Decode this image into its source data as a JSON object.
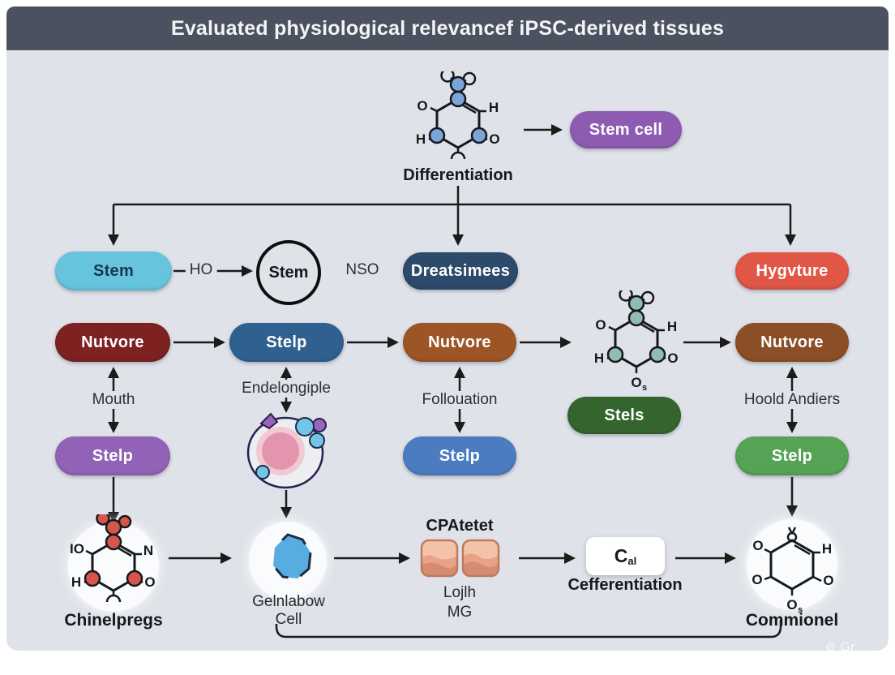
{
  "title": "Evaluated physiological relevancef iPSC-derived tissues",
  "watermark": "⊘ Gr",
  "colors": {
    "panel": "#dfe2e8",
    "titlebar": "#4b515f",
    "arrow": "#1b1b1b",
    "stem_cyan": "#67c4dd",
    "dreatsimees_navy": "#2d4a6b",
    "hygvture_red": "#e15747",
    "nutvore_maroon": "#7d2121",
    "stelp_steel": "#2f608f",
    "nutvore_brown": "#9d5526",
    "nutvore_brown_right": "#8c4e27",
    "stels_green": "#34652e",
    "stelp_purple": "#9162b6",
    "stelp_blue": "#4b7cc0",
    "stelp_light_green": "#56a356",
    "stem_cell_purple": "#8d5cb2"
  },
  "top_section": {
    "differentiation_label": "Differentiation",
    "stem_cell_pill": "Stem cell"
  },
  "row1": {
    "stem_pill": "Stem",
    "ho_label": "HO",
    "stem_circle_label": "Stem",
    "nso_label": "NSO",
    "dreatsimees_pill": "Dreatsimees",
    "hygvture_pill": "Hygvture"
  },
  "row2": {
    "nutvore_left_pill": "Nutvore",
    "stelp_pill": "Stelp",
    "nutvore_center_pill": "Nutvore",
    "nutvore_right_pill": "Nutvore"
  },
  "connector_labels": {
    "mouth": "Mouth",
    "endelongiple": "Endelongiple",
    "follouation": "Follouation",
    "hoold_andiers": "Hoold Andiers"
  },
  "row3": {
    "stels_pill": "Stels",
    "stelp_purple_pill": "Stelp",
    "stelp_blue_pill": "Stelp",
    "stelp_green_pill": "Stelp"
  },
  "bottom_row": {
    "chinelpregs_label": "Chinelpregs",
    "gelnlabow_line1": "Gelnlabow",
    "gelnlabow_line2": "Cell",
    "cpatetet_label": "CPAtetet",
    "lojlh_label": "Lojlh",
    "mg_label": "MG",
    "cal_main": "C",
    "cal_sub": "al",
    "cefferentiation_label": "Cefferentiation",
    "commionel_label": "Commionel"
  },
  "molecules": {
    "top": {
      "left": "O",
      "right": "H",
      "bottom_left": "H",
      "bottom_right": "O"
    },
    "middle": {
      "left": "O",
      "right": "H",
      "bottom_left": "H",
      "bottom_right": "O",
      "bottom": "O",
      "bottom_sub": "s"
    },
    "chinelpregs": {
      "left": "IO",
      "right": "N",
      "bottom_left": "H",
      "bottom_right": "O"
    },
    "commionel": {
      "top_left": "O",
      "top_right": "H",
      "left": "O",
      "right": "O",
      "bottom": "O",
      "bottom_sub": "s"
    }
  }
}
